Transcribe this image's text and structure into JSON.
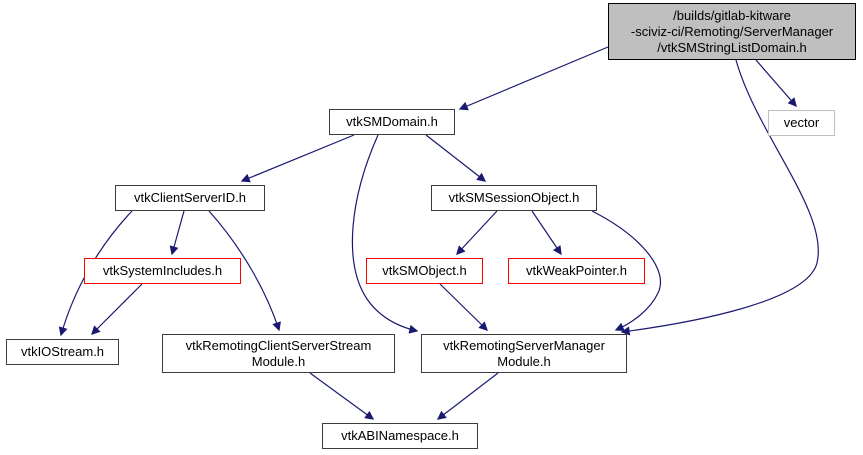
{
  "colors": {
    "edge": "#191970",
    "node_border": "#3c3c3c",
    "truncated_node_border": "#ff0000",
    "external_node_border": "#bfbfbf",
    "main_node_fill": "#bfbfbf",
    "node_fill": "#ffffff",
    "background": "#ffffff",
    "text": "#000000"
  },
  "diagram_type": "include-dependency-graph",
  "nodes": [
    {
      "id": "main",
      "label": "/builds/gitlab-kitware\n-sciviz-ci/Remoting/ServerManager\n/vtkSMStringListDomain.h",
      "type": "main"
    },
    {
      "id": "vector",
      "label": "vector",
      "type": "external"
    },
    {
      "id": "vtkSMDomain",
      "label": "vtkSMDomain.h",
      "type": "normal"
    },
    {
      "id": "vtkClientServerID",
      "label": "vtkClientServerID.h",
      "type": "normal"
    },
    {
      "id": "vtkSMSessionObject",
      "label": "vtkSMSessionObject.h",
      "type": "normal"
    },
    {
      "id": "vtkSystemIncludes",
      "label": "vtkSystemIncludes.h",
      "type": "truncated"
    },
    {
      "id": "vtkSMObject",
      "label": "vtkSMObject.h",
      "type": "truncated"
    },
    {
      "id": "vtkWeakPointer",
      "label": "vtkWeakPointer.h",
      "type": "truncated"
    },
    {
      "id": "vtkIOStream",
      "label": "vtkIOStream.h",
      "type": "normal"
    },
    {
      "id": "vtkRemotingClientServerStreamModule",
      "label": "vtkRemotingClientServerStream\nModule.h",
      "type": "normal"
    },
    {
      "id": "vtkRemotingServerManagerModule",
      "label": "vtkRemotingServerManager\nModule.h",
      "type": "normal"
    },
    {
      "id": "vtkABINamespace",
      "label": "vtkABINamespace.h",
      "type": "normal"
    }
  ],
  "edges": [
    {
      "from": "main",
      "to": "vtkSMDomain"
    },
    {
      "from": "main",
      "to": "vector"
    },
    {
      "from": "main",
      "to": "vtkRemotingServerManagerModule"
    },
    {
      "from": "vtkSMDomain",
      "to": "vtkClientServerID"
    },
    {
      "from": "vtkSMDomain",
      "to": "vtkSMSessionObject"
    },
    {
      "from": "vtkSMDomain",
      "to": "vtkRemotingServerManagerModule"
    },
    {
      "from": "vtkClientServerID",
      "to": "vtkSystemIncludes"
    },
    {
      "from": "vtkClientServerID",
      "to": "vtkIOStream"
    },
    {
      "from": "vtkClientServerID",
      "to": "vtkRemotingClientServerStreamModule"
    },
    {
      "from": "vtkSystemIncludes",
      "to": "vtkIOStream"
    },
    {
      "from": "vtkSMSessionObject",
      "to": "vtkSMObject"
    },
    {
      "from": "vtkSMSessionObject",
      "to": "vtkWeakPointer"
    },
    {
      "from": "vtkSMSessionObject",
      "to": "vtkRemotingServerManagerModule"
    },
    {
      "from": "vtkSMObject",
      "to": "vtkRemotingServerManagerModule"
    },
    {
      "from": "vtkRemotingClientServerStreamModule",
      "to": "vtkABINamespace"
    },
    {
      "from": "vtkRemotingServerManagerModule",
      "to": "vtkABINamespace"
    }
  ]
}
